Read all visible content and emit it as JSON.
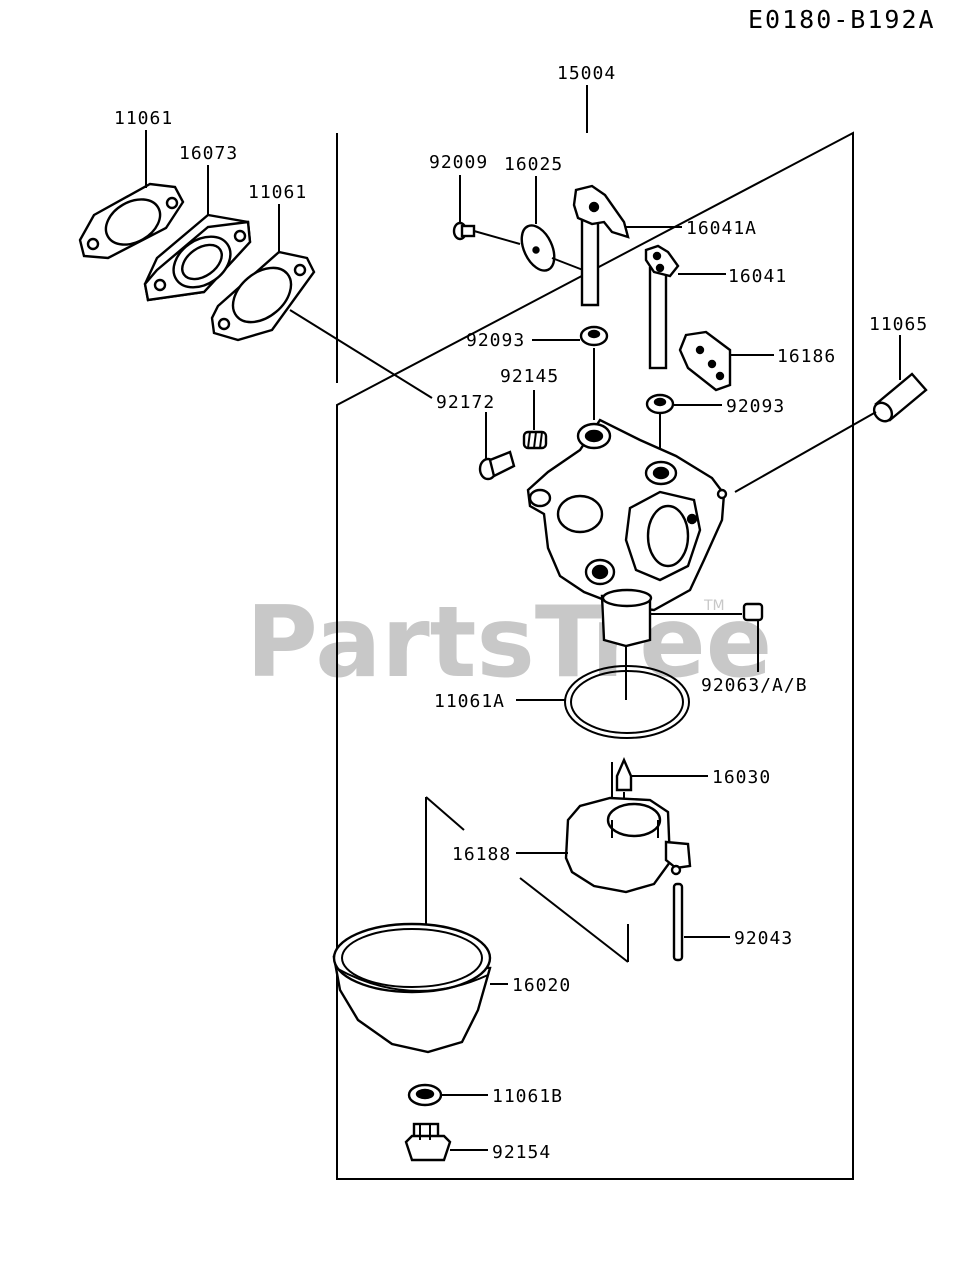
{
  "diagram_code": "E0180-B192A",
  "watermark": "PartsTree",
  "trademark": "TM",
  "labels": {
    "assembly_15004": "15004",
    "gasket_11061_a": "11061",
    "insulator_16073": "16073",
    "gasket_11061_b": "11061",
    "screw_92009": "92009",
    "plate_16025": "16025",
    "shaft_16041A": "16041A",
    "shaft_16041": "16041",
    "bracket_16186": "16186",
    "tube_11065": "11065",
    "seal_92093_a": "92093",
    "spring_92145": "92145",
    "bolt_92172": "92172",
    "seal_92093_b": "92093",
    "jet_92063": "92063/A/B",
    "oring_11061A": "11061A",
    "needle_16030": "16030",
    "float_16188": "16188",
    "pin_92043": "92043",
    "bowl_16020": "16020",
    "gasket_11061B": "11061B",
    "bolt_92154": "92154"
  }
}
